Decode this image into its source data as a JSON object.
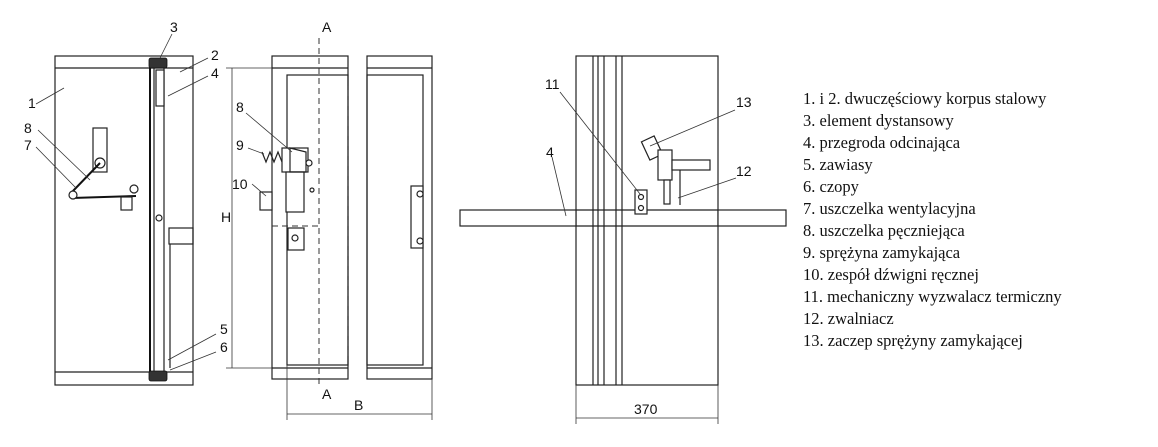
{
  "views": {
    "front": {
      "callouts": [
        "1",
        "2",
        "3",
        "4",
        "5",
        "6",
        "7",
        "8"
      ]
    },
    "section": {
      "callouts": [
        "8",
        "9",
        "10"
      ],
      "section_marker": "A",
      "dimension_height": "H",
      "dimension_width": "B"
    },
    "side": {
      "callouts": [
        "4",
        "11",
        "12",
        "13"
      ],
      "dimension_width": "370"
    }
  },
  "legend": [
    "1. i 2. dwuczęściowy korpus stalowy",
    "3. element dystansowy",
    "4. przegroda odcinająca",
    "5. zawiasy",
    "6. czopy",
    "7. uszczelka wentylacyjna",
    "8. uszczelka pęczniejąca",
    "9. sprężyna zamykająca",
    "10. zespół dźwigni ręcznej",
    "11. mechaniczny wyzwalacz termiczny",
    "12. zwalniacz",
    "13. zaczep sprężyny zamykającej"
  ]
}
